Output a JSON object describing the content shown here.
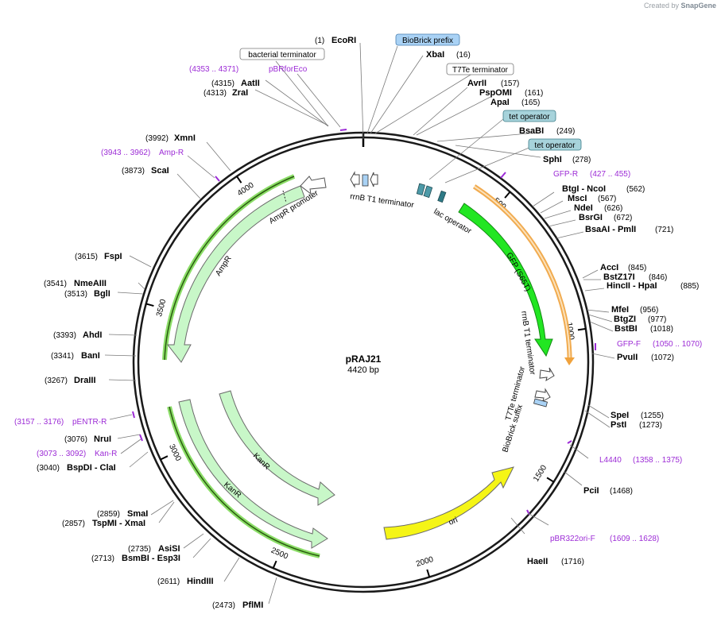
{
  "credit": {
    "prefix": "Created by",
    "brand": "SnapGene"
  },
  "plasmid": {
    "name": "pRAJ21",
    "size": "4420 bp",
    "length": 4420
  },
  "ticks": [
    {
      "bp": 500,
      "label": "500"
    },
    {
      "bp": 1000,
      "label": "1000"
    },
    {
      "bp": 1500,
      "label": "1500"
    },
    {
      "bp": 2000,
      "label": "2000"
    },
    {
      "bp": 2500,
      "label": "2500"
    },
    {
      "bp": 3000,
      "label": "3000"
    },
    {
      "bp": 3500,
      "label": "3500"
    },
    {
      "bp": 4000,
      "label": "4000"
    }
  ],
  "sites_right": [
    {
      "name": "EcoRI",
      "pos": "(1)",
      "bp": 1
    },
    {
      "name": "XbaI",
      "pos": "(16)",
      "bp": 16
    },
    {
      "name": "AvrII",
      "pos": "(157)",
      "bp": 157
    },
    {
      "name": "PspOMI",
      "pos": "(161)",
      "bp": 161
    },
    {
      "name": "ApaI",
      "pos": "(165)",
      "bp": 165
    },
    {
      "name": "BsaBI",
      "pos": "(249)",
      "bp": 249
    },
    {
      "name": "SphI",
      "pos": "(278)",
      "bp": 278
    },
    {
      "name": "BtgI - NcoI",
      "pos": "(562)",
      "bp": 562
    },
    {
      "name": "MscI",
      "pos": "(567)",
      "bp": 567
    },
    {
      "name": "NdeI",
      "pos": "(626)",
      "bp": 626
    },
    {
      "name": "BsrGI",
      "pos": "(672)",
      "bp": 672
    },
    {
      "name": "BsaAI - PmlI",
      "pos": "(721)",
      "bp": 721
    },
    {
      "name": "AccI",
      "pos": "(845)",
      "bp": 845
    },
    {
      "name": "BstZ17I",
      "pos": "(846)",
      "bp": 846
    },
    {
      "name": "HincII - HpaI",
      "pos": "(885)",
      "bp": 885
    },
    {
      "name": "MfeI",
      "pos": "(956)",
      "bp": 956
    },
    {
      "name": "BtgZI",
      "pos": "(977)",
      "bp": 977
    },
    {
      "name": "BstBI",
      "pos": "(1018)",
      "bp": 1018
    },
    {
      "name": "PvuII",
      "pos": "(1072)",
      "bp": 1072
    },
    {
      "name": "SpeI",
      "pos": "(1255)",
      "bp": 1255
    },
    {
      "name": "PstI",
      "pos": "(1273)",
      "bp": 1273
    },
    {
      "name": "PciI",
      "pos": "(1468)",
      "bp": 1468
    },
    {
      "name": "HaeII",
      "pos": "(1716)",
      "bp": 1716
    }
  ],
  "sites_left": [
    {
      "name": "AatII",
      "pos": "(4315)",
      "bp": 4315
    },
    {
      "name": "ZraI",
      "pos": "(4313)",
      "bp": 4313
    },
    {
      "name": "XmnI",
      "pos": "(3992)",
      "bp": 3992
    },
    {
      "name": "ScaI",
      "pos": "(3873)",
      "bp": 3873
    },
    {
      "name": "FspI",
      "pos": "(3615)",
      "bp": 3615
    },
    {
      "name": "NmeAIII",
      "pos": "(3541)",
      "bp": 3541
    },
    {
      "name": "BglI",
      "pos": "(3513)",
      "bp": 3513
    },
    {
      "name": "AhdI",
      "pos": "(3393)",
      "bp": 3393
    },
    {
      "name": "BanI",
      "pos": "(3341)",
      "bp": 3341
    },
    {
      "name": "DraIII",
      "pos": "(3267)",
      "bp": 3267
    },
    {
      "name": "NruI",
      "pos": "(3076)",
      "bp": 3076
    },
    {
      "name": "BspDI - ClaI",
      "pos": "(3040)",
      "bp": 3040
    },
    {
      "name": "SmaI",
      "pos": "(2859)",
      "bp": 2859
    },
    {
      "name": "TspMI - XmaI",
      "pos": "(2857)",
      "bp": 2857
    },
    {
      "name": "AsiSI",
      "pos": "(2735)",
      "bp": 2735
    },
    {
      "name": "BsmBI - Esp3I",
      "pos": "(2713)",
      "bp": 2713
    },
    {
      "name": "HindIII",
      "pos": "(2611)",
      "bp": 2611
    },
    {
      "name": "PflMI",
      "pos": "(2473)",
      "bp": 2473
    }
  ],
  "primers": [
    {
      "name": "pBRforEco",
      "range": "(4353 .. 4371)",
      "side": "left"
    },
    {
      "name": "Amp-R",
      "range": "(3943 .. 3962)",
      "side": "left"
    },
    {
      "name": "pENTR-R",
      "range": "(3157 .. 3176)",
      "side": "left"
    },
    {
      "name": "Kan-R",
      "range": "(3073 .. 3092)",
      "side": "left"
    },
    {
      "name": "GFP-R",
      "range": "(427 .. 455)",
      "side": "right"
    },
    {
      "name": "GFP-F",
      "range": "(1050 .. 1070)",
      "side": "right"
    },
    {
      "name": "L4440",
      "range": "(1358 .. 1375)",
      "side": "right"
    },
    {
      "name": "pBR322ori-F",
      "range": "(1609 .. 1628)",
      "side": "right"
    }
  ],
  "boxed_labels": [
    {
      "text": "BioBrick prefix",
      "style": "blue"
    },
    {
      "text": "bacterial terminator",
      "style": "white"
    },
    {
      "text": "T7Te terminator",
      "style": "white"
    },
    {
      "text": "tet operator",
      "style": "teal"
    },
    {
      "text": "tet operator",
      "style": "teal"
    }
  ],
  "features": [
    {
      "label": "rrnB T1 terminator"
    },
    {
      "label": "lac operator"
    },
    {
      "label": "GFP (S65T)"
    },
    {
      "label": "rrnB T1 terminator"
    },
    {
      "label": "T7Te terminator"
    },
    {
      "label": "BioBrick suffix"
    },
    {
      "label": "ori"
    },
    {
      "label": "KanR"
    },
    {
      "label": "KanR"
    },
    {
      "label": "AmpR"
    },
    {
      "label": "AmpR promoter"
    }
  ],
  "colors": {
    "gfp": "#22e622",
    "gfp_orf": "#f0a23c",
    "ori": "#f5f516",
    "kanr": "#c8f7c8",
    "ampr_orf": "#7ed957",
    "primer": "#9c2bd6",
    "biobrick": "#a9d2f5",
    "tet": "#4d9aa8",
    "lacop": "#2e7a86"
  }
}
